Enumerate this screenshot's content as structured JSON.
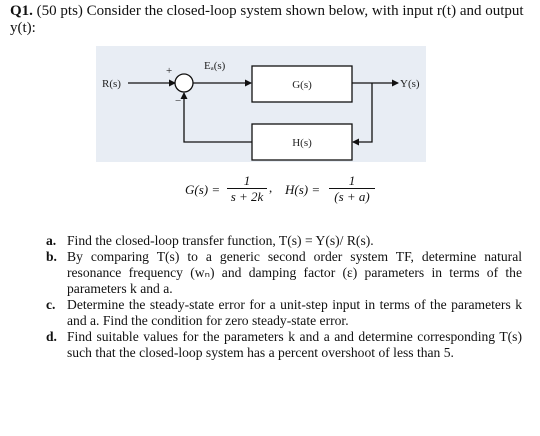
{
  "question": {
    "number": "Q1.",
    "text": "(50 pts) Consider the closed-loop system shown below, with input r(t) and output y(t):"
  },
  "diagram": {
    "input_label": "R(s)",
    "output_label": "Y(s)",
    "error_label": "Eₐ(s)",
    "forward_block": "G(s)",
    "feedback_block": "H(s)",
    "plus_sign": "+",
    "minus_sign": "−"
  },
  "equations": {
    "g_lhs": "G(s) =",
    "g_num": "1",
    "g_den": "s + 2k",
    "comma": ",",
    "h_lhs": "H(s) =",
    "h_num": "1",
    "h_den": "(s + a)"
  },
  "parts": [
    {
      "letter": "a.",
      "text": "Find the closed-loop transfer function, T(s) = Y(s)/ R(s)."
    },
    {
      "letter": "b.",
      "text": "By comparing T(s) to a generic second order system TF, determine natural resonance frequency (wₙ) and damping factor (ε) parameters in terms of the parameters k and a."
    },
    {
      "letter": "c.",
      "text": "Determine the steady-state error for a unit-step input in terms of the parameters k and a. Find the condition for zero steady-state error."
    },
    {
      "letter": "d.",
      "text": "Find suitable values for the parameters k and a and determine corresponding T(s) such that the closed-loop system has a percent overshoot of less than 5."
    }
  ]
}
